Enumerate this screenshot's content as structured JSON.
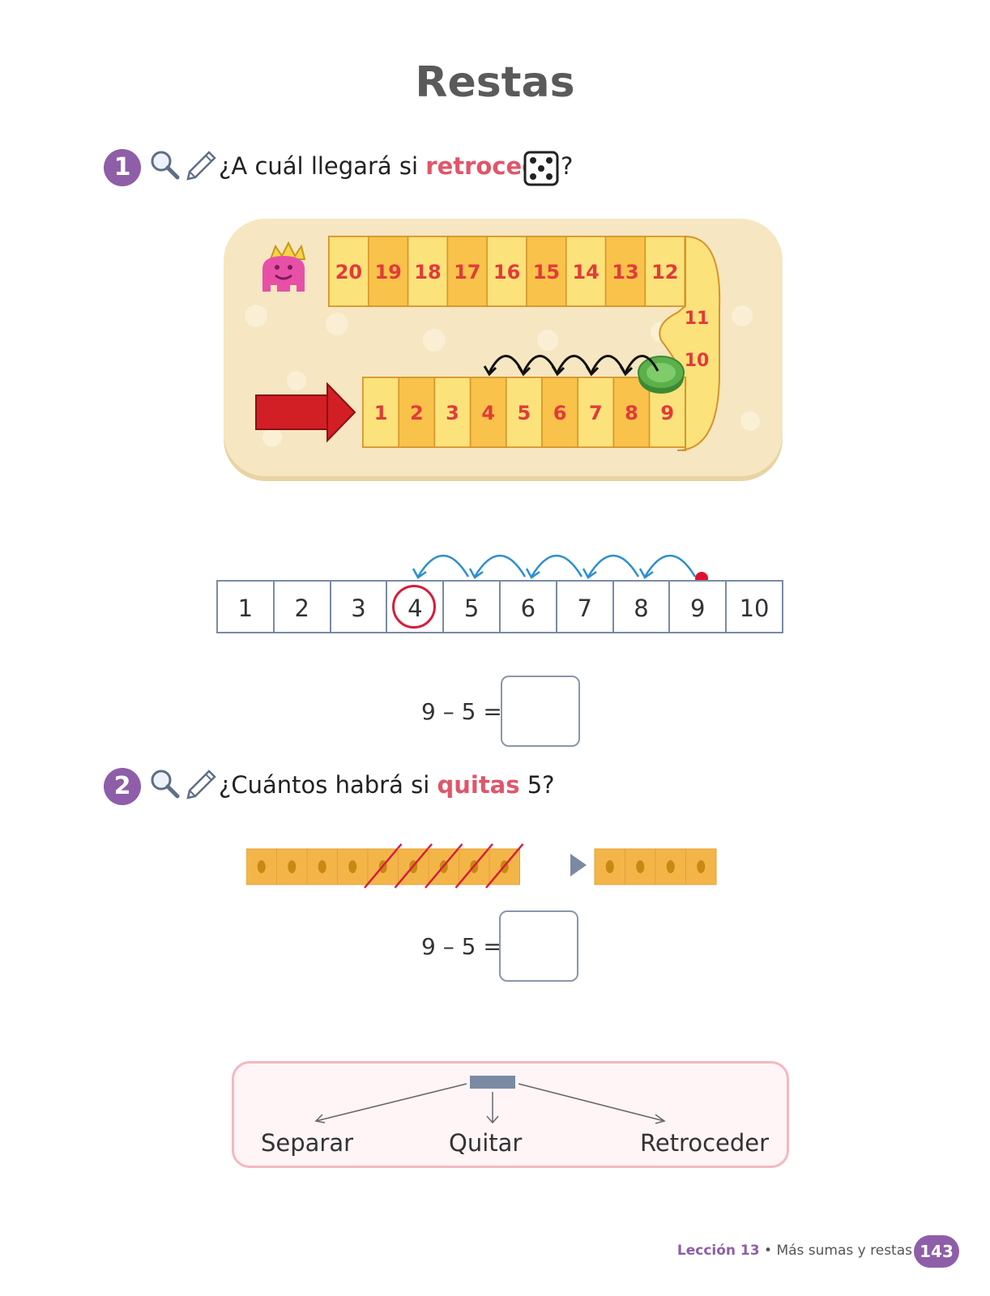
{
  "title": "Restas",
  "q1": {
    "number": "1",
    "text_before": "¿A cuál llegará si ",
    "highlight": "retrocede",
    "text_after": "?",
    "icons": [
      "magnifier-icon",
      "pencil-icon",
      "die-five-icon"
    ],
    "die_value": 5
  },
  "board": {
    "top_row": [
      "20",
      "19",
      "18",
      "17",
      "16",
      "15",
      "14",
      "13",
      "12"
    ],
    "curve": [
      "11",
      "10"
    ],
    "bottom_row": [
      "1",
      "2",
      "3",
      "4",
      "5",
      "6",
      "7",
      "8",
      "9"
    ],
    "piece_on": "9",
    "colors": {
      "cell_a": "#f9c24a",
      "cell_b": "#fbe27a",
      "numbers": "#e23b3b",
      "arrow": "#d11f25",
      "piece": "#5bb04a",
      "character": "#e84fa8"
    }
  },
  "number_line": {
    "cells": [
      "1",
      "2",
      "3",
      "4",
      "5",
      "6",
      "7",
      "8",
      "9",
      "10"
    ],
    "start": 9,
    "circled": 4,
    "hops": 5
  },
  "eq1": {
    "expression": "9 – 5 ="
  },
  "q2": {
    "number": "2",
    "text_before": "¿Cuántos habrá si ",
    "highlight": "quitas",
    "text_after": " 5?",
    "icons": [
      "magnifier-icon",
      "pencil-icon"
    ]
  },
  "blocks": {
    "total": 9,
    "crossed": 5,
    "remaining": 4
  },
  "eq2": {
    "expression": "9 – 5 ="
  },
  "legend": {
    "left": "Separar",
    "middle": "Quitar",
    "right": "Retroceder"
  },
  "footer": {
    "lesson": "Lección 13",
    "separator": "•",
    "topic": "Más sumas y restas",
    "page": "143"
  }
}
